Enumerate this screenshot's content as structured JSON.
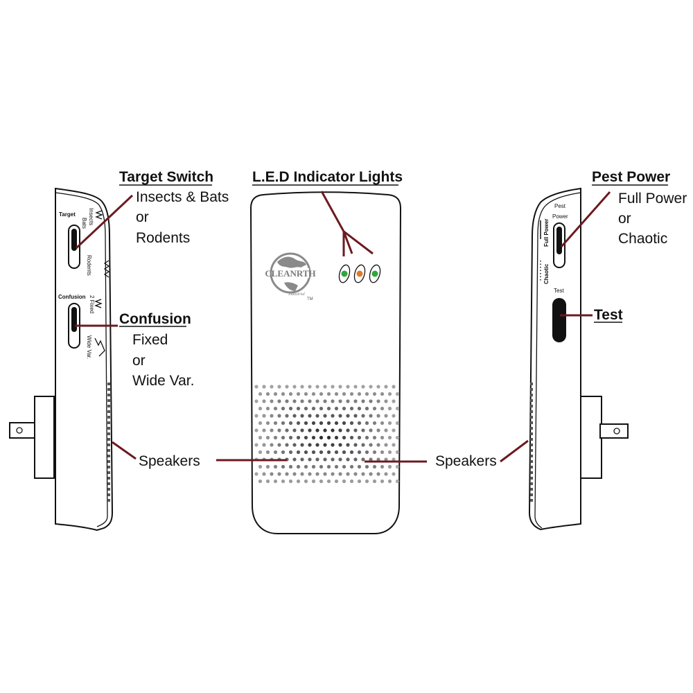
{
  "colors": {
    "leader": "#6b1a1f",
    "led_green": "#2fa83a",
    "led_orange": "#e07a2a",
    "logo_gray": "#8a8a8a"
  },
  "left_device": {
    "target_switch": {
      "heading": "Target Switch",
      "option1": "Insects & Bats",
      "or": "or",
      "option2": "Rodents"
    },
    "confusion": {
      "heading": "Confusion",
      "option1": "Fixed",
      "or": "or",
      "option2": "Wide Var."
    },
    "printed": {
      "target": "Target",
      "insects_bats_1": "Insects",
      "insects_bats_2": "Bats",
      "rodents": "Rodents",
      "confusion": "Confusion",
      "fixed": "2 Fixed",
      "wide_var": "Wide Var."
    },
    "speakers": "Speakers"
  },
  "center_device": {
    "heading": "L.E.D Indicator Lights",
    "logo": {
      "name": "CLEANRTH",
      "sub": "Industrial",
      "tm": "TM"
    },
    "leds": [
      "green",
      "orange",
      "green"
    ],
    "speakers": "Speakers"
  },
  "right_device": {
    "pest_power": {
      "heading": "Pest Power",
      "option1": "Full Power",
      "or": "or",
      "option2": "Chaotic"
    },
    "test": {
      "heading": "Test"
    },
    "printed": {
      "pest": "Pest",
      "power": "Power",
      "full_power": "Full Power",
      "chaotic": "Chaotic",
      "test": "Test"
    },
    "speakers": "Speakers"
  }
}
